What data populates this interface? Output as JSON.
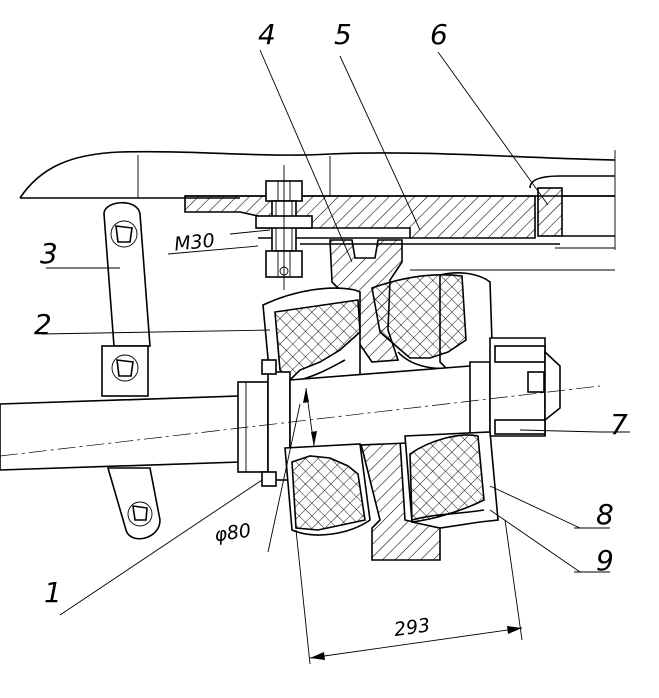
{
  "callouts": [
    "1",
    "2",
    "3",
    "4",
    "5",
    "6",
    "7",
    "8",
    "9"
  ],
  "dimensions": {
    "thread": "M30",
    "diameter": "φ80",
    "width": "293"
  }
}
